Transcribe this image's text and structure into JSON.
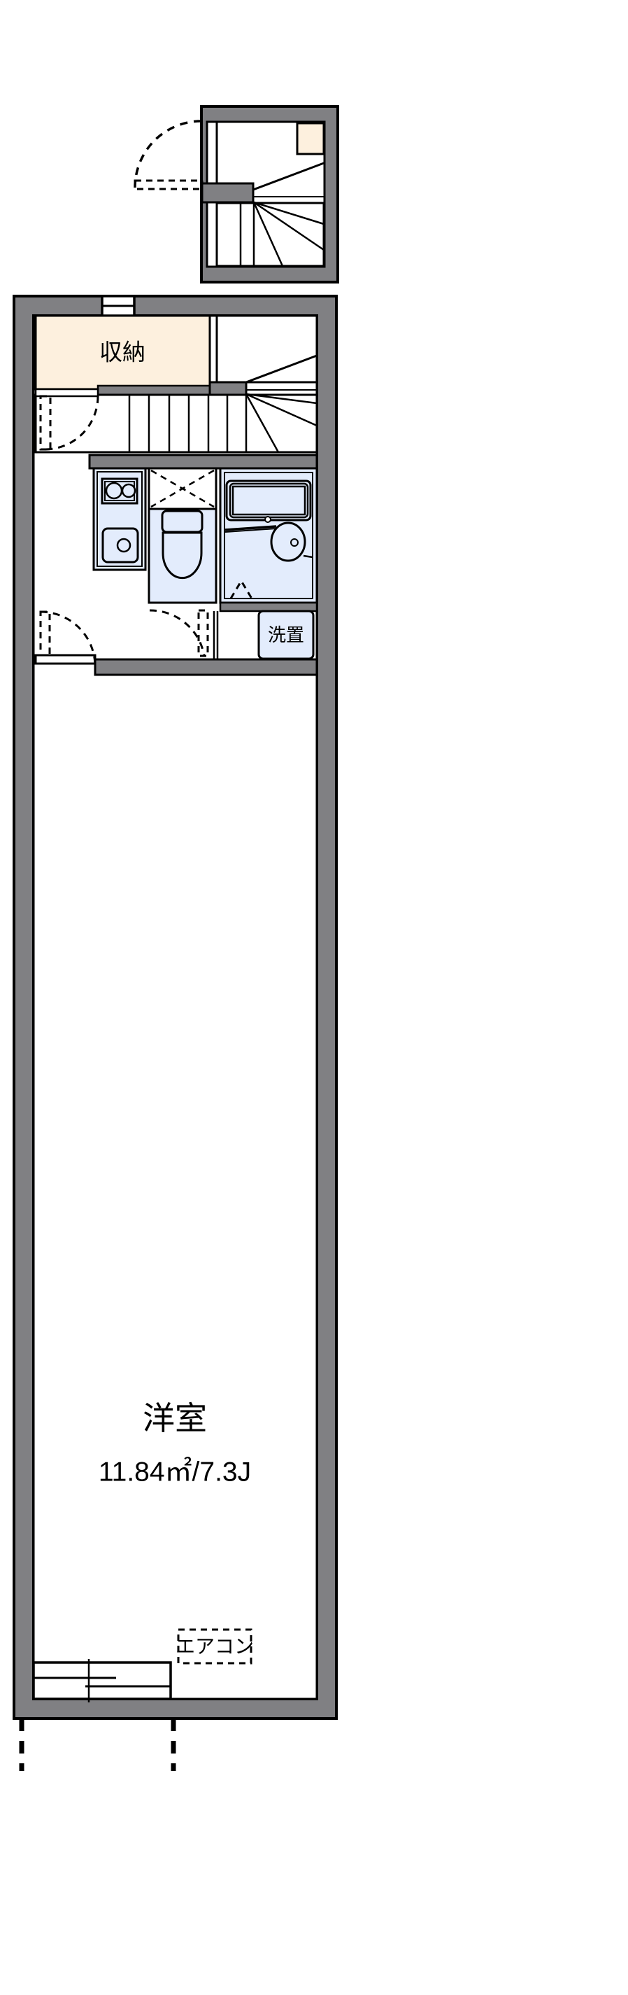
{
  "document": {
    "type": "apartment-floor-plan",
    "language": "ja"
  },
  "colors": {
    "wall_fill": "#808083",
    "wall_stroke": "#000000",
    "storage_fill": "#fdf0de",
    "water_fixture_fill": "#e3ecfc",
    "background": "#ffffff",
    "line": "#000000"
  },
  "upper_block": {
    "name": "entrance-stair-block",
    "entrance_door": {
      "name": "entrance-door",
      "swing": "left-outward"
    },
    "shoe_box": {
      "name": "shoe-box"
    },
    "stair": {
      "name": "entrance-stair",
      "type": "winder"
    }
  },
  "rooms": [
    {
      "id": "storage",
      "label": "収納",
      "fill": "#fdf0de"
    },
    {
      "id": "main-room",
      "label": "洋室",
      "area_label": "11.84㎡/7.3J",
      "area_sqm": 11.84,
      "area_jo": 7.3
    },
    {
      "id": "laundry",
      "label": "洗置"
    }
  ],
  "annotations": [
    {
      "id": "aircon",
      "label": "エアコン",
      "style": "dashed-box"
    }
  ],
  "fixtures": [
    {
      "id": "kitchen-stove",
      "name": "stove-two-burner"
    },
    {
      "id": "kitchen-sink",
      "name": "kitchen-sink"
    },
    {
      "id": "toilet",
      "name": "toilet"
    },
    {
      "id": "bathtub",
      "name": "bathtub"
    },
    {
      "id": "washbasin",
      "name": "washbasin"
    },
    {
      "id": "washer-space",
      "name": "washing-machine-space"
    }
  ],
  "openings": [
    {
      "id": "north-window",
      "name": "north-window"
    },
    {
      "id": "south-window",
      "name": "south-sliding-window"
    },
    {
      "id": "storage-door",
      "name": "storage-door"
    },
    {
      "id": "room-door",
      "name": "room-entry-door"
    },
    {
      "id": "toilet-door",
      "name": "toilet-door"
    },
    {
      "id": "bath-door",
      "name": "bath-door"
    }
  ]
}
